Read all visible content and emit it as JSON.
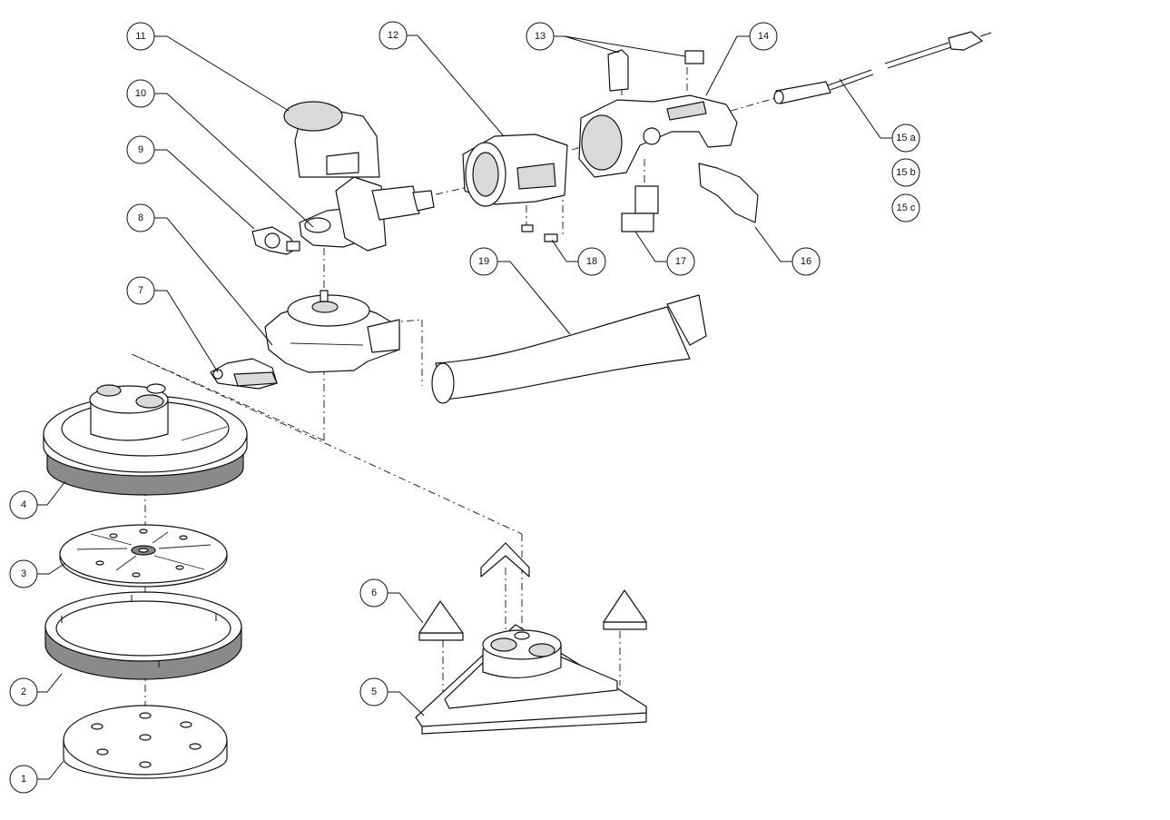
{
  "callouts": [
    {
      "id": "c1",
      "label": "1"
    },
    {
      "id": "c2",
      "label": "2"
    },
    {
      "id": "c3",
      "label": "3"
    },
    {
      "id": "c4",
      "label": "4"
    },
    {
      "id": "c5",
      "label": "5"
    },
    {
      "id": "c6",
      "label": "6"
    },
    {
      "id": "c7",
      "label": "7"
    },
    {
      "id": "c8",
      "label": "8"
    },
    {
      "id": "c9",
      "label": "9"
    },
    {
      "id": "c10",
      "label": "10"
    },
    {
      "id": "c11",
      "label": "11"
    },
    {
      "id": "c12",
      "label": "12"
    },
    {
      "id": "c13",
      "label": "13"
    },
    {
      "id": "c14",
      "label": "14"
    },
    {
      "id": "c15a",
      "label": "15 a"
    },
    {
      "id": "c15b",
      "label": "15 b"
    },
    {
      "id": "c15c",
      "label": "15 c"
    },
    {
      "id": "c16",
      "label": "16"
    },
    {
      "id": "c17",
      "label": "17"
    },
    {
      "id": "c18",
      "label": "18"
    },
    {
      "id": "c19",
      "label": "19"
    }
  ]
}
